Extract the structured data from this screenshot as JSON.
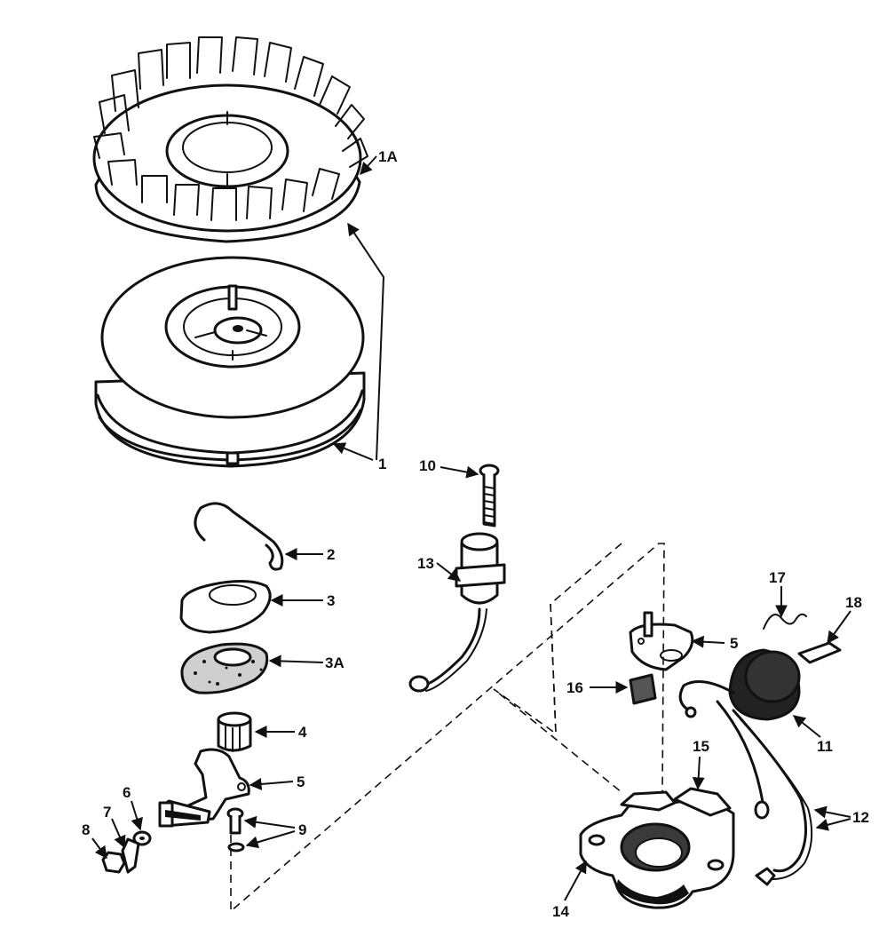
{
  "labels": {
    "l1A": "1A",
    "l1": "1",
    "l2": "2",
    "l3": "3",
    "l3A": "3A",
    "l4": "4",
    "l5a": "5",
    "l5b": "5",
    "l6": "6",
    "l7": "7",
    "l8": "8",
    "l9": "9",
    "l10": "10",
    "l11": "11",
    "l12": "12",
    "l13": "13",
    "l14": "14",
    "l15": "15",
    "l16": "16",
    "l17": "17",
    "l18": "18"
  }
}
